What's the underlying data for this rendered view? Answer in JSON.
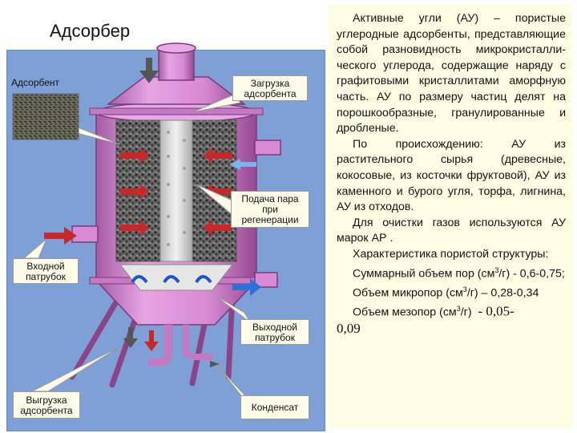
{
  "title": "Адсорбер",
  "labels": {
    "adsorbent": "Адсорбент",
    "loading": [
      "Загрузка",
      "адсорбента"
    ],
    "steam": [
      "Подача пара",
      "при",
      "регенерации"
    ],
    "inlet": [
      "Входной",
      "патрубок"
    ],
    "outlet": [
      "Выходной",
      "патрубок"
    ],
    "unloading": [
      "Выгрузка",
      "адсорбента"
    ],
    "condensate": "Конденсат"
  },
  "text": {
    "p1": "Активные угли (АУ) – пористые углеродные адсорбенты, представляющие собой разновидность микрокристалли-ческого углерода, содержащие наряду с графитовыми кристаллитами аморфную часть. АУ по размеру частиц делят на порошкообразные, гранулированные и дробленые.",
    "p2": "По происхождению: АУ из растительного сырья (древесные, кокосовые, из косточки фруктовой), АУ из каменного и бурого угля, торфа, лигнина, АУ из отходов.",
    "p3": "Для очистки газов используются АУ марок АР .",
    "p4": "Характеристика пористой структуры:",
    "p5_text": "Суммарный объем пор (см",
    "p5_sup": "3",
    "p5_end": "/г) - 0,6-0,75;",
    "p6_text": "Объем микропор (см",
    "p6_sup": "3",
    "p6_end": "/г) – 0,28-0,34",
    "p7_text": "Объем мезопор (см",
    "p7_sup": "3",
    "p7_mid": "/г)",
    "p7_val1": "- 0,05-",
    "p7_val2": "0,09"
  },
  "colors": {
    "panel": "#7fa0d6",
    "vessel": "#d98ad6",
    "vessel_dark": "#9c4f9a",
    "callout_bg": "#fffbe9",
    "arrow_red": "#c8282a",
    "arrow_blue": "#2f6fd8",
    "arrow_gray": "#555555",
    "textbox_bg": "#fffde4"
  }
}
